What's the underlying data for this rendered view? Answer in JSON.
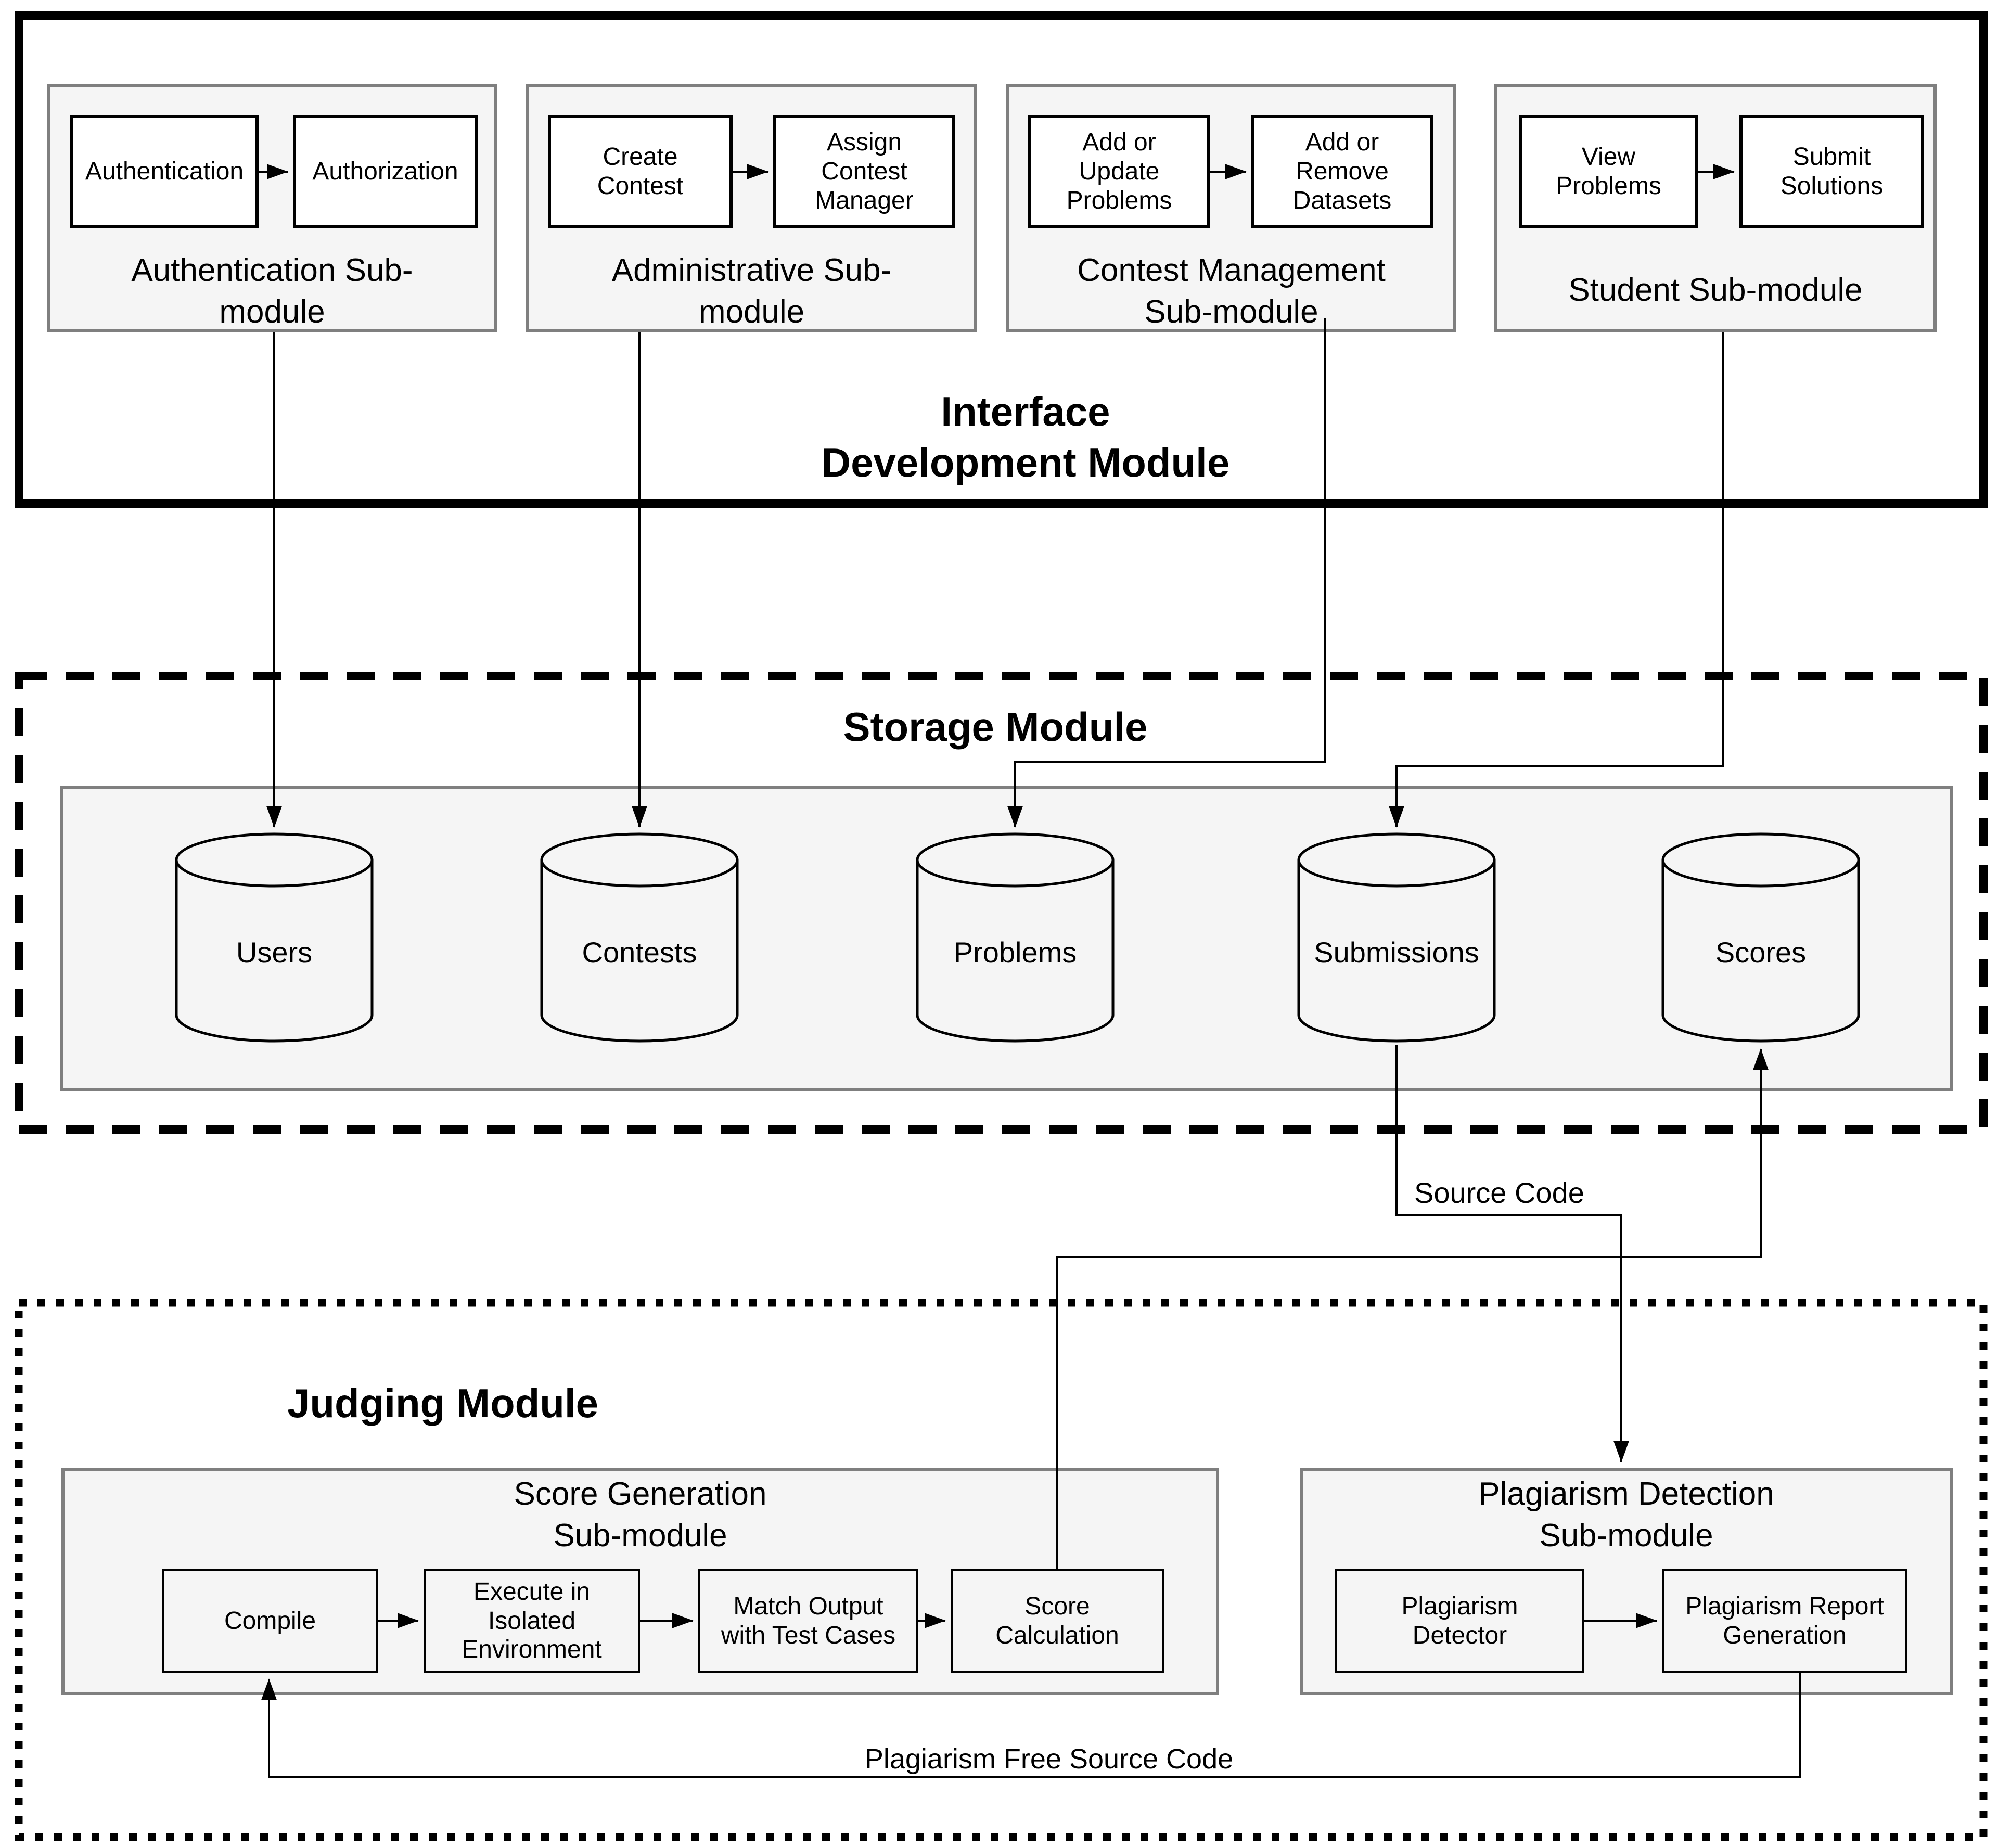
{
  "colors": {
    "node_fill": "#ffffff",
    "container_fill": "#f5f5f5",
    "container_border": "#7f7f7f",
    "line_color": "#000000",
    "background": "#ffffff"
  },
  "interface_module": {
    "title": "Interface\nDevelopment Module",
    "submodules": [
      {
        "label": "Authentication Sub-\nmodule",
        "steps": [
          "Authentication",
          "Authorization"
        ]
      },
      {
        "label": "Administrative Sub-\nmodule",
        "steps": [
          "Create\nContest",
          "Assign\nContest\nManager"
        ]
      },
      {
        "label": "Contest Management\nSub-module",
        "steps": [
          "Add or\nUpdate\nProblems",
          "Add or\nRemove\nDatasets"
        ]
      },
      {
        "label": "Student Sub-module",
        "steps": [
          "View\nProblems",
          "Submit\nSolutions"
        ]
      }
    ]
  },
  "storage_module": {
    "title": "Storage Module",
    "databases": [
      "Users",
      "Contests",
      "Problems",
      "Submissions",
      "Scores"
    ]
  },
  "judging_module": {
    "title": "Judging Module",
    "score_generation": {
      "label": "Score Generation\nSub-module",
      "steps": [
        "Compile",
        "Execute in\nIsolated\nEnvironment",
        "Match Output\nwith Test Cases",
        "Score\nCalculation"
      ]
    },
    "plagiarism_detection": {
      "label": "Plagiarism Detection\nSub-module",
      "steps": [
        "Plagiarism\nDetector",
        "Plagiarism Report\nGeneration"
      ]
    }
  },
  "edge_labels": {
    "source_code": "Source Code",
    "plagiarism_free_source_code": "Plagiarism Free Source Code"
  }
}
